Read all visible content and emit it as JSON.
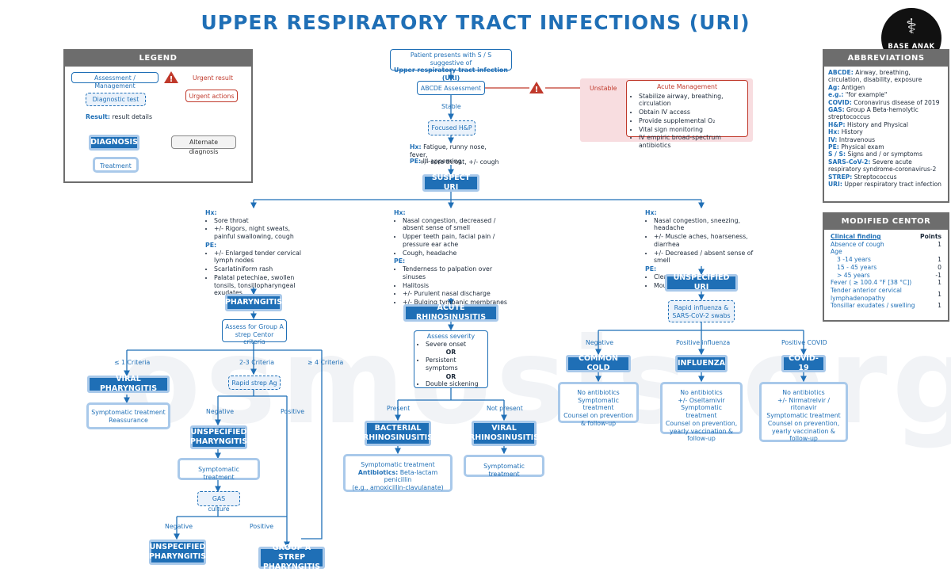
{
  "title": "UPPER RESPIRATORY TRACT INFECTIONS (URI)",
  "logo_text": "BASE ANAK FK",
  "watermark": "osmosis.org",
  "legend": {
    "header": "LEGEND",
    "assessment": "Assessment / Management",
    "urgent_result": "Urgent result",
    "urgent_actions": "Urgent actions",
    "diagnostic_test": "Diagnostic test",
    "result_label": "Result:",
    "result_details": "result details",
    "diagnosis": "DIAGNOSIS",
    "alternate": "Alternate diagnosis",
    "treatment": "Treatment"
  },
  "flow": {
    "start": "Patient presents with S / S suggestive of",
    "start_bold": "Upper respiratory tract infection (URI)",
    "abcde": "ABCDE Assessment",
    "unstable": "Unstable",
    "acute_title": "Acute Management",
    "acute_items": [
      "Stabilize airway, breathing, circulation",
      "Obtain IV access",
      "Provide supplemental O₂",
      "Vital sign monitoring",
      "IV empiric broad-spectrum antibiotics"
    ],
    "stable": "Stable",
    "focused": "Focused H&P",
    "hx_label": "Hx:",
    "hx_text": "Fatigue, runny nose, fever,",
    "hx_text2": "+/- sore throat, +/- cough",
    "pe_label": "PE:",
    "pe_text": "Ill-appearing",
    "suspect": "SUSPECT URI"
  },
  "left": {
    "hx_label": "Hx:",
    "hx": [
      "Sore throat",
      "+/- Rigors, night sweats, painful swallowing, cough"
    ],
    "pe_label": "PE:",
    "pe": [
      "+/- Enlarged tender cervical lymph nodes",
      "Scarlatiniform rash",
      "Palatal petechiae, swollen tonsils, tonsillopharyngeal exudates"
    ],
    "dx": "PHARYNGITIS",
    "assess": "Assess for Group A strep Centor criteria",
    "le1": "≤ 1 Criteria",
    "c23": "2-3 Criteria",
    "ge4": "≥ 4 Criteria",
    "viral": "VIRAL PHARYNGITIS",
    "viral_tx1": "Symptomatic treatment",
    "viral_tx2": "Reassurance",
    "rapid": "Rapid strep Ag",
    "neg": "Negative",
    "pos": "Positive",
    "unspec": "UNSPECIFIED PHARYNGITIS",
    "unspec_tx": "Symptomatic treatment",
    "gas": "GAS culture",
    "neg2": "Negative",
    "pos2": "Positive",
    "unspec2": "UNSPECIFIED PHARYNGITIS",
    "groupa": "GROUP A STREP PHARYNGITIS"
  },
  "mid": {
    "hx_label": "Hx:",
    "hx": [
      "Nasal congestion, decreased / absent sense of smell",
      "Upper teeth pain, facial pain / pressure ear ache",
      "Cough, headache"
    ],
    "pe_label": "PE:",
    "pe": [
      "Tenderness to palpation over sinuses",
      "Halitosis",
      "+/- Purulent nasal discharge",
      "+/- Bulging tympanic membranes"
    ],
    "dx": "ACUTE RHINOSINUSITIS",
    "sev_title": "Assess severity",
    "sev1": "Severe onset",
    "or": "OR",
    "sev2": "Persistent symptoms",
    "sev3": "Double sickening",
    "present": "Present",
    "not_present": "Not present",
    "bact": "BACTERIAL RHINOSINUSITIS",
    "viral": "VIRAL RHINOSINUSITIS",
    "bact_tx1": "Symptomatic treatment",
    "bact_tx_lbl": "Antibiotics:",
    "bact_tx2": "Beta-lactam penicillin",
    "bact_tx3": "(e.g., amoxicillin-clavulanate)",
    "viral_tx": "Symptomatic treatment"
  },
  "right": {
    "hx_label": "Hx:",
    "hx": [
      "Nasal congestion, sneezing, headache",
      "+/- Muscle aches, hoarseness, diarrhea",
      "+/- Decreased / absent sense of smell"
    ],
    "pe_label": "PE:",
    "pe": [
      "Clear nasal discharge",
      "Mouth ulcers"
    ],
    "dx": "UNSPECIFIED URI",
    "swab": "Rapid influenza & SARS-CoV-2 swabs",
    "neg": "Negative",
    "pos_flu": "Positive influenza",
    "pos_covid": "Positive COVID",
    "cold": "COMMON COLD",
    "flu": "INFLUENZA",
    "covid": "COVID-19",
    "cold_tx": [
      "No antibiotics",
      "Symptomatic treatment",
      "Counsel on prevention & follow-up"
    ],
    "flu_tx": [
      "No antibiotics",
      "+/- Oseltamivir",
      "Symptomatic treatment",
      "Counsel on prevention, yearly vaccination & follow-up"
    ],
    "covid_tx": [
      "No antibiotics",
      "+/- Nirmatrelvir / ritonavir",
      "Symptomatic treatment",
      "Counsel on prevention, yearly vaccination & follow-up"
    ]
  },
  "abbrev": {
    "header": "ABBREVIATIONS",
    "items": [
      {
        "k": "ABCDE:",
        "v": "Airway, breathing, circulation, disability, exposure"
      },
      {
        "k": "Ag:",
        "v": "Antigen"
      },
      {
        "k": "e.g.:",
        "v": "\"for example\""
      },
      {
        "k": "COVID:",
        "v": "Coronavirus disease of 2019"
      },
      {
        "k": "GAS:",
        "v": "Group A Beta-hemolytic streptococcus"
      },
      {
        "k": "H&P:",
        "v": "History and Physical"
      },
      {
        "k": "Hx:",
        "v": "History"
      },
      {
        "k": "IV:",
        "v": "Intravenous"
      },
      {
        "k": "PE:",
        "v": "Physical exam"
      },
      {
        "k": "S / S:",
        "v": "Signs and / or symptoms"
      },
      {
        "k": "SARS-CoV-2:",
        "v": "Severe acute respiratory syndrome-coronavirus-2"
      },
      {
        "k": "STREP:",
        "v": "Streptococcus"
      },
      {
        "k": "URI:",
        "v": "Upper respiratory tract infection"
      }
    ]
  },
  "centor": {
    "header": "MODIFIED CENTOR CRITERIA",
    "col1": "Clinical finding",
    "col2": "Points",
    "rows": [
      {
        "f": "Absence of cough",
        "p": "1"
      },
      {
        "f": "Age",
        "p": ""
      },
      {
        "f": "3 -14 years",
        "p": "1"
      },
      {
        "f": "15 - 45 years",
        "p": "0"
      },
      {
        "f": "> 45 years",
        "p": "-1"
      },
      {
        "f": "Fever ( ≥ 100.4 °F [38 °C])",
        "p": "1"
      },
      {
        "f": "Tender anterior cervical lymphadenopathy",
        "p": "1"
      },
      {
        "f": "Tonsillar exudates / swelling",
        "p": "1"
      }
    ]
  },
  "colors": {
    "primary": "#1f6fb6",
    "light": "#a9c9ea",
    "urgent": "#c0392b",
    "panel": "#6d6d6d"
  }
}
